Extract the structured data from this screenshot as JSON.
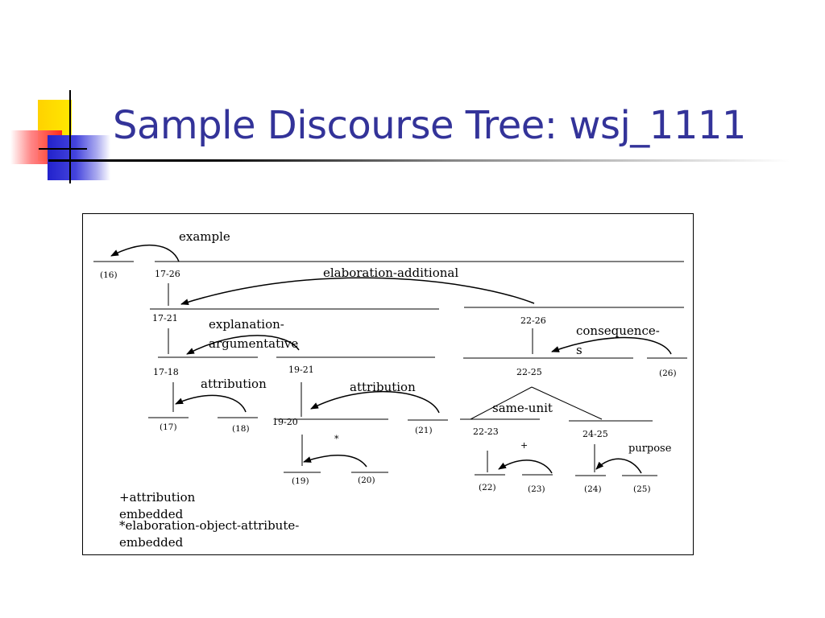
{
  "slide": {
    "title": "Sample Discourse Tree: wsj_1111"
  },
  "tree": {
    "relations": {
      "example": "example",
      "elaboration_additional": "elaboration-additional",
      "explanation_line1": "explanation-",
      "explanation_line2": "argumentative",
      "consequence_line1": "consequence-",
      "consequence_line2": "s",
      "attribution_left": "attribution",
      "attribution_mid": "attribution",
      "same_unit": "same-unit",
      "purpose": "purpose",
      "star_mark": "*",
      "plus_mark": "+"
    },
    "spans": {
      "s17_26": "17-26",
      "s17_21": "17-21",
      "s22_26": "22-26",
      "s17_18": "17-18",
      "s19_21": "19-21",
      "s22_25": "22-25",
      "s19_20": "19-20",
      "s22_23": "22-23",
      "s24_25": "24-25"
    },
    "leaves": {
      "l16": "(16)",
      "l17": "(17)",
      "l18": "(18)",
      "l19": "(19)",
      "l20": "(20)",
      "l21": "(21)",
      "l22": "(22)",
      "l23": "(23)",
      "l24": "(24)",
      "l25": "(25)",
      "l26": "(26)"
    },
    "legend": {
      "plus_line1": "+attribution",
      "plus_line2": "embedded",
      "star_line1": "*elaboration-object-attribute-",
      "star_line2": "embedded"
    }
  }
}
